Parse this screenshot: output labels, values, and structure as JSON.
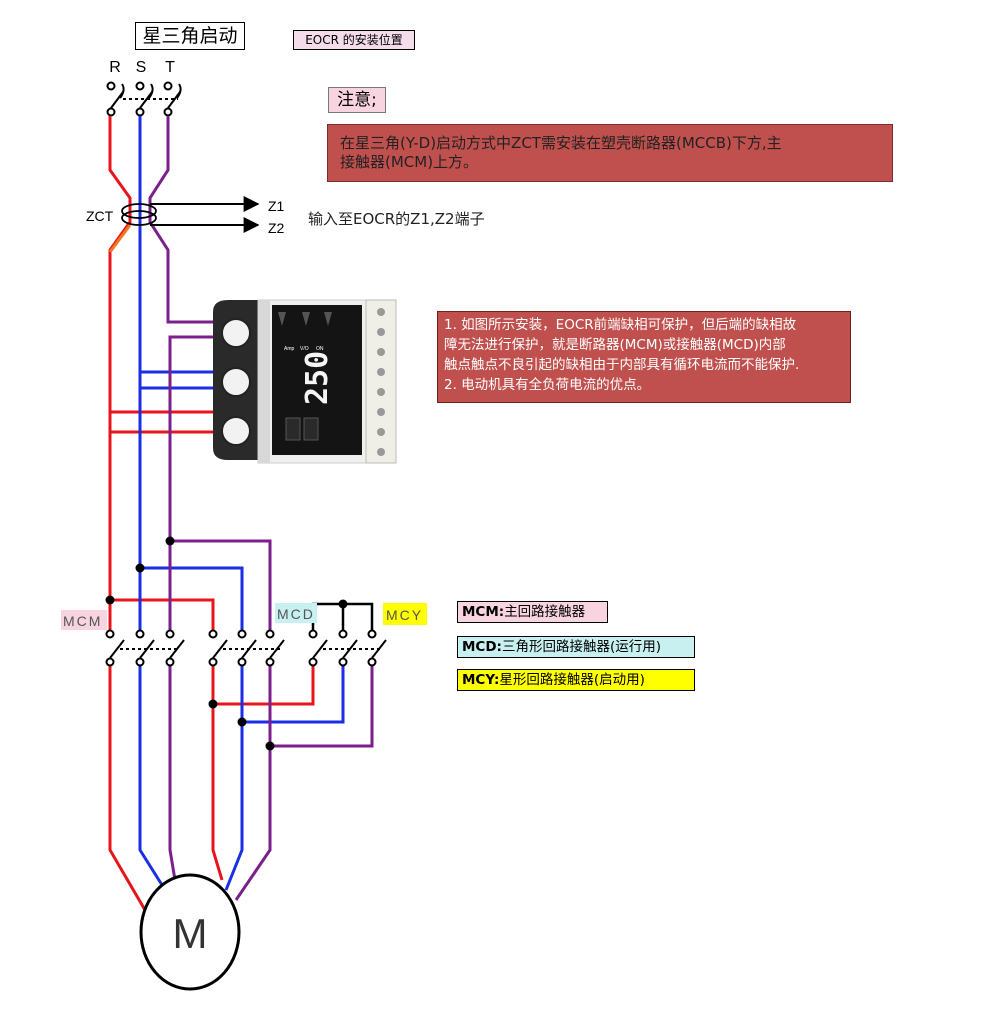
{
  "header": {
    "title": "星三角启动",
    "subtitle": "EOCR 的安装位置"
  },
  "note": {
    "heading": "注意;",
    "line1": "在星三角(Y-D)启动方式中ZCT需安装在塑壳断路器(MCCB)下方,主",
    "line2": "接触器(MCM)上方。"
  },
  "terminals": {
    "r": "R",
    "s": "S",
    "t": "T"
  },
  "zct": {
    "label": "ZCT",
    "z1": "Z1",
    "z2": "Z2",
    "description": "输入至EOCR的Z1,Z2端子"
  },
  "eocr_note": {
    "line1": "1. 如图所示安装，EOCR前端缺相可保护，但后端的缺相故",
    "line2": "障无法进行保护，就是断路器(MCM)或接触器(MCD)内部",
    "line3": "触点触点不良引起的缺相由于内部具有循环电流而不能保护.",
    "line4": "2. 电动机具有全负荷电流的优点。"
  },
  "device": {
    "display_value": "250"
  },
  "contactor_labels": {
    "mcm": "MCM",
    "mcd": "MCD",
    "mcy": "MCY"
  },
  "legend": {
    "mcm_key": "MCM:",
    "mcm_text": "主回路接触器",
    "mcd_key": "MCD:",
    "mcd_text": "三角形回路接触器(运行用)",
    "mcy_key": "MCY:",
    "mcy_text": "星形回路接触器(启动用)"
  },
  "motor": {
    "label": "M"
  },
  "colors": {
    "phase_r": "#e8141b",
    "phase_s": "#1a2ee6",
    "phase_t": "#7b1f8c",
    "zct_segment": "#f07820",
    "note_background": "#c0504d",
    "mcm_label_bg": "#f7d4e0",
    "mcd_label_bg": "#c8f0f0",
    "mcy_label_bg": "#ffff00"
  }
}
